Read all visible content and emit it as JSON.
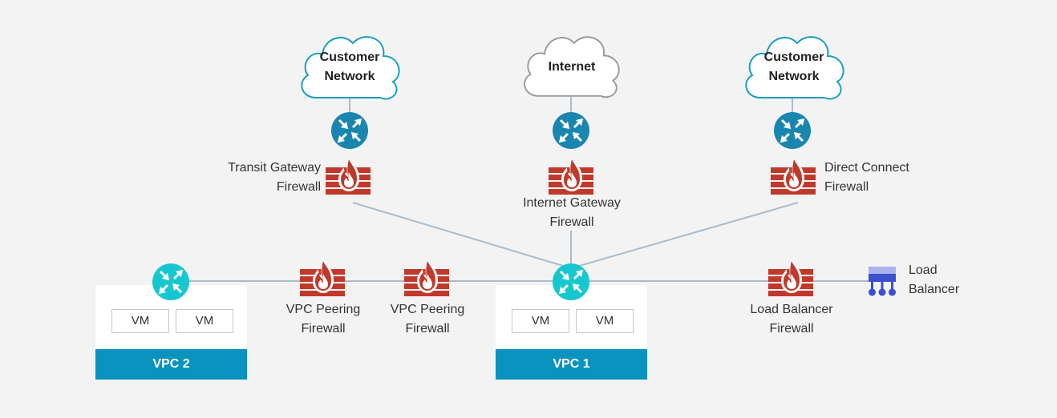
{
  "clouds": {
    "left": {
      "line1": "Customer",
      "line2": "Network",
      "icon": "cloud-icon",
      "color": "#1a9fc0"
    },
    "center": {
      "line1": "Internet",
      "icon": "cloud-icon",
      "color": "#888888"
    },
    "right": {
      "line1": "Customer",
      "line2": "Network",
      "icon": "cloud-icon",
      "color": "#1a9fc0"
    }
  },
  "firewalls": {
    "transit": {
      "line1": "Transit Gateway",
      "line2": "Firewall",
      "icon": "firewall-icon"
    },
    "internet": {
      "line1": "Internet Gateway",
      "line2": "Firewall",
      "icon": "firewall-icon"
    },
    "direct": {
      "line1": "Direct Connect",
      "line2": "Firewall",
      "icon": "firewall-icon"
    },
    "peering_left": {
      "line1": "VPC Peering",
      "line2": "Firewall",
      "icon": "firewall-icon"
    },
    "peering_right": {
      "line1": "VPC Peering",
      "line2": "Firewall",
      "icon": "firewall-icon"
    },
    "lb": {
      "line1": "Load Balancer",
      "line2": "Firewall",
      "icon": "firewall-icon"
    }
  },
  "load_balancer": {
    "line1": "Load",
    "line2": "Balancer",
    "icon": "load-balancer-icon",
    "color": "#3b4fd0"
  },
  "vpc1": {
    "label": "VPC 1",
    "vms": [
      "VM",
      "VM"
    ]
  },
  "vpc2": {
    "label": "VPC 2",
    "vms": [
      "VM",
      "VM"
    ]
  },
  "colors": {
    "router": "#1a86b0",
    "router_vpc": "#17c7cf",
    "firewall": "#c0392b",
    "vpc_bar": "#0a93be",
    "wire": "#a9bccb"
  }
}
